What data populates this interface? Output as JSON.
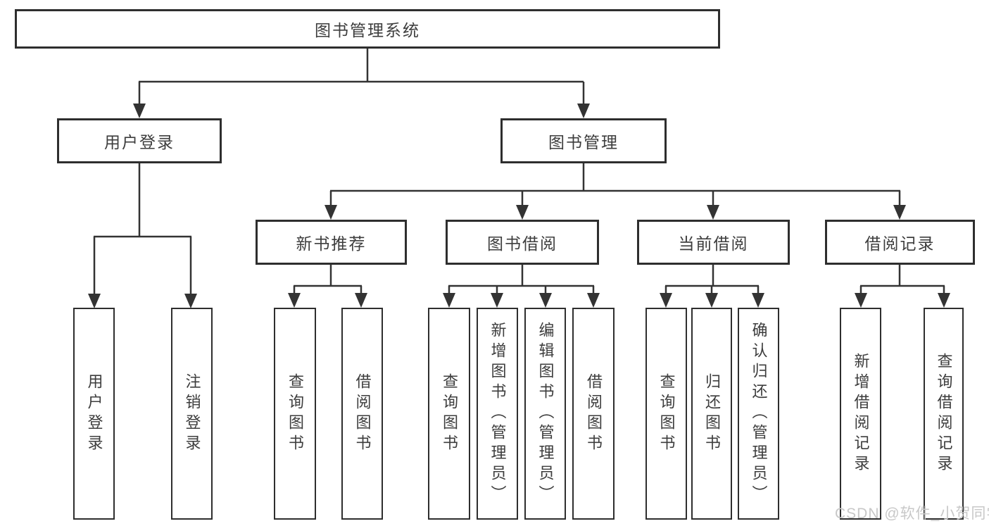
{
  "diagram": {
    "root_label": "图书管理系统",
    "branches": [
      {
        "label": "用户登录",
        "children": [
          {
            "label": "用户登录"
          },
          {
            "label": "注销登录"
          }
        ]
      },
      {
        "label": "图书管理",
        "children": [
          {
            "label": "新书推荐",
            "children": [
              {
                "label": "查询图书"
              },
              {
                "label": "借阅图书"
              }
            ]
          },
          {
            "label": "图书借阅",
            "children": [
              {
                "label": "查询图书"
              },
              {
                "label": "新增图书（管理员）"
              },
              {
                "label": "编辑图书（管理员）"
              },
              {
                "label": "借阅图书"
              }
            ]
          },
          {
            "label": "当前借阅",
            "children": [
              {
                "label": "查询图书"
              },
              {
                "label": "归还图书"
              },
              {
                "label": "确认归还（管理员）"
              }
            ]
          },
          {
            "label": "借阅记录",
            "children": [
              {
                "label": "新增借阅记录"
              },
              {
                "label": "查询借阅记录"
              }
            ]
          }
        ]
      }
    ],
    "colors": {
      "line": "#333333",
      "box_border": "#2e2e2e",
      "text": "#3d3d3d",
      "watermark": "#c8c8c8",
      "background": "#ffffff"
    },
    "watermark": "CSDN @软件_小贺同学"
  }
}
